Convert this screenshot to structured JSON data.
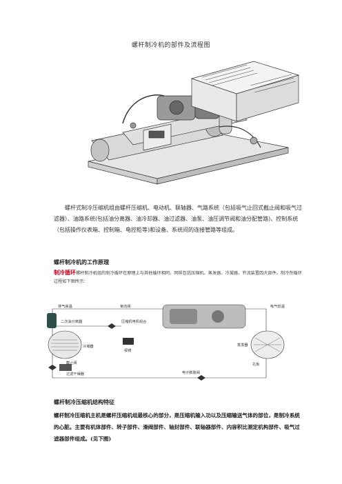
{
  "title": "螺杆制冷机的部件及流程图",
  "intro_paragraph": "螺杆式制冷压缩机组由螺杆压缩机、电动机、联轴器、气路系统（包括吸气止回式截止阀和吸气过滤器）、油路系统(包括油分离器、油冷却器、油过滤器、油泵、油压调节阀和油分配管路)、控制系统（包括操作仪表箱、控制箱、电控柜等)和设备、系统间的连接管路等组成。",
  "section_work": {
    "heading": "螺杆制冷机的工作原理",
    "lead": "制冷循环",
    "text": "螺杆制冷机组的制冷循环在原理上与其他循环相同，同样包括压缩机、蒸发器、冷凝器、节流装置四大部件。制冷剂循环过程如下图所示："
  },
  "flow_labels": {
    "exhaust_gas": "排气高温",
    "one_way_valve": "单向阀",
    "secondary_oil_separator": "二次油分离器",
    "compressor_motor_coupling": "压缩机电机组合",
    "filter": "视镜",
    "condenser": "冷凝器",
    "ball_valve": "截止阀",
    "dry_filter": "过滤干燥器",
    "electronic_expansion_valve": "电子膨胀阀",
    "suction_gas": "吸气低温",
    "evaporator": "蒸发器",
    "orifice": "孔板"
  },
  "section_structure": {
    "heading": "螺杆制冷压缩机结构特征",
    "text": "螺杆制冷压缩机主机是螺杆压缩机组最核心的部分，是压缩机输入功以及压缩输送气体的部位，是制冷系统的心脏。主要有机体部件、转子部件、滑阀部件、轴封部件、联轴器部件、内容积比测定机构部件、吸气过滤器部件组成。(见下图)"
  }
}
